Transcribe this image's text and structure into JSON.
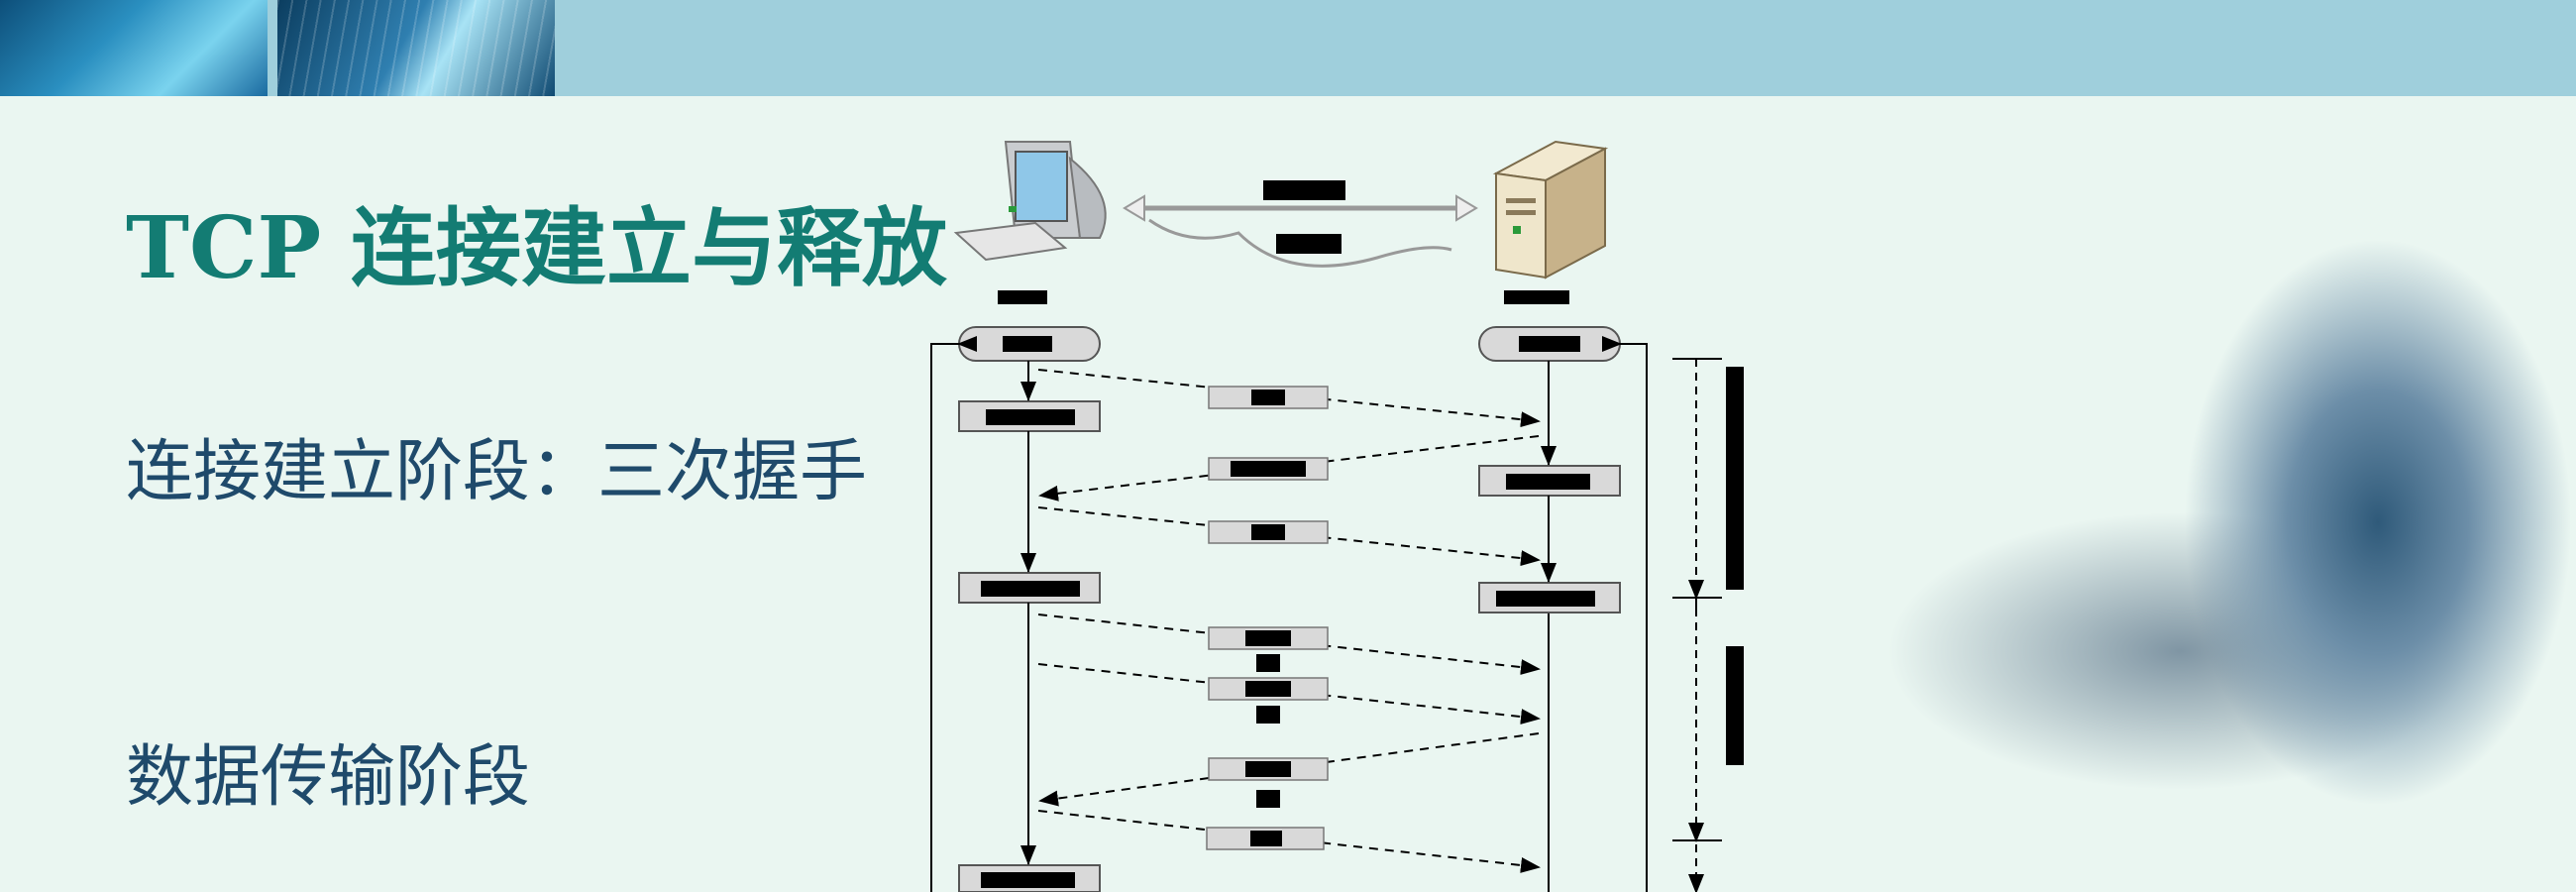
{
  "slide": {
    "title": "TCP 连接建立与释放",
    "phase_1": "连接建立阶段：三次握手",
    "phase_2": "数据传输阶段"
  },
  "colors": {
    "title": "#137c73",
    "phase_text": "#1f4a6b",
    "banner": "#9fcfdc",
    "background": "#eaf6f1",
    "redacted_label": "#000000",
    "state_box": "#d9d9d9"
  },
  "icons": {
    "client": "client-computer-icon",
    "server": "server-tower-icon"
  }
}
